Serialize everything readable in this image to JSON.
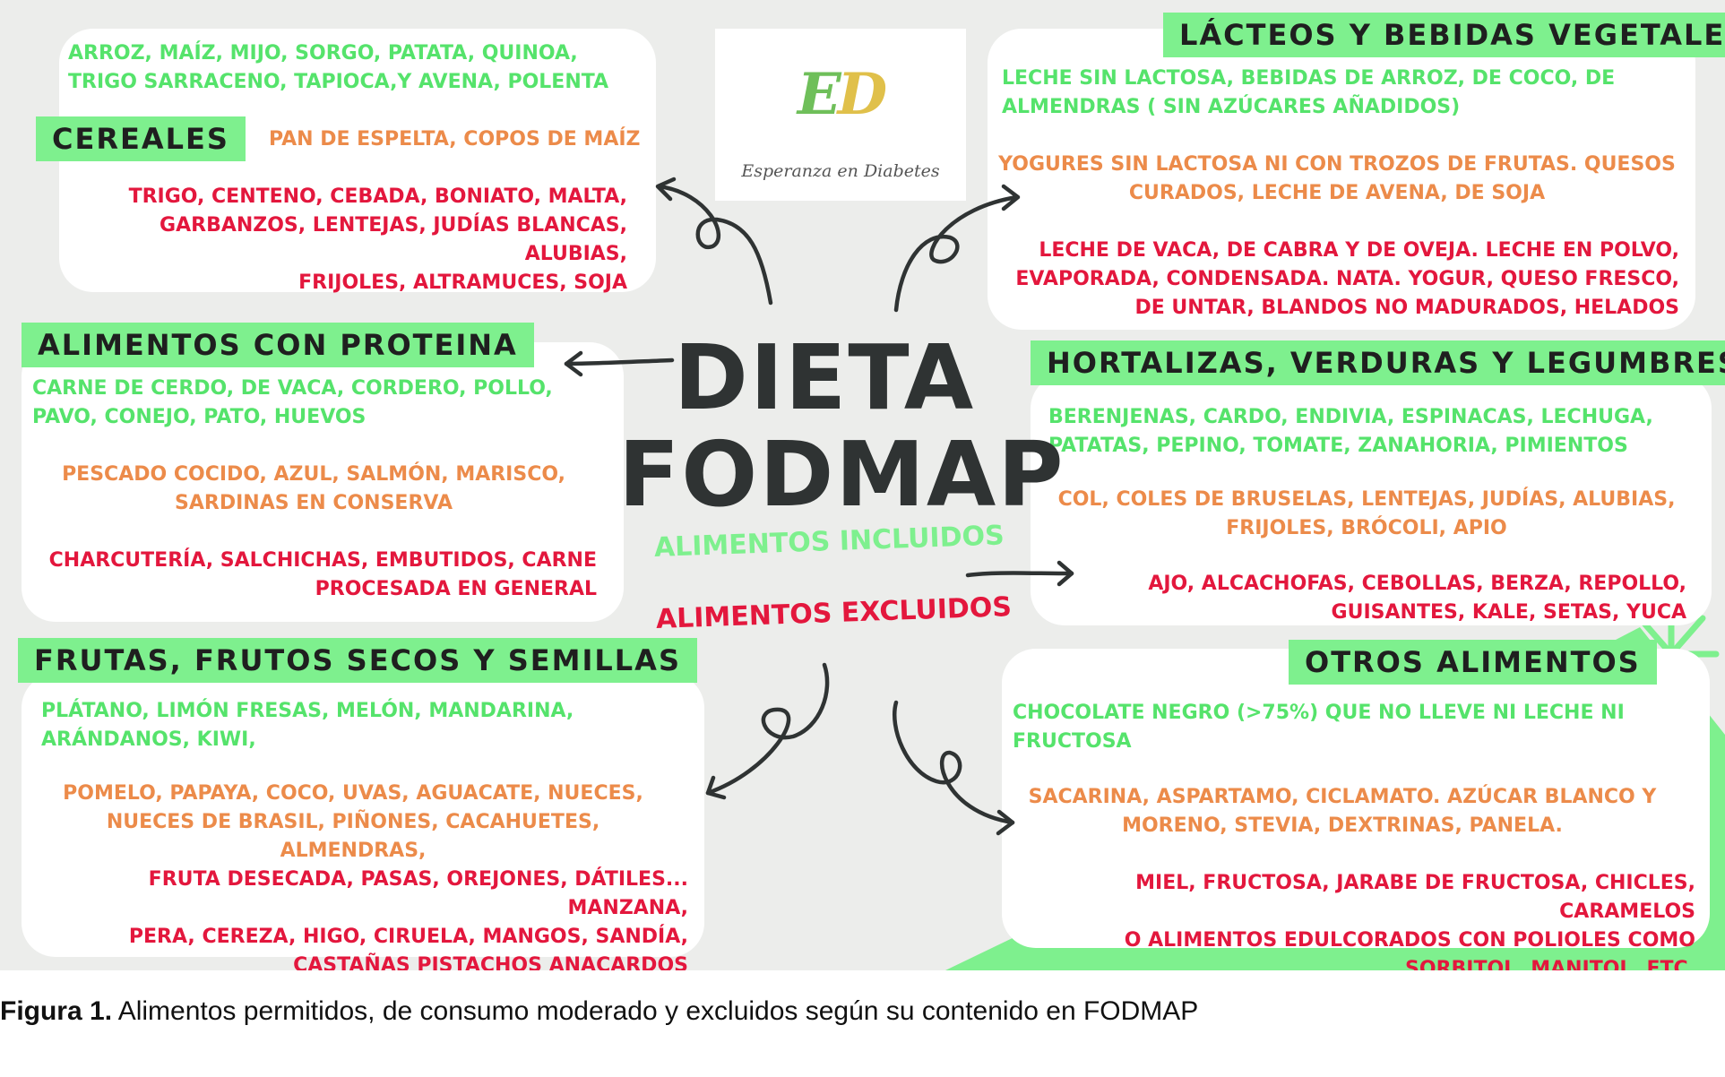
{
  "logo": {
    "initials_e": "E",
    "initials_d": "D",
    "name": "Esperanza en Diabetes"
  },
  "center": {
    "title": "DIETA\nFODMAP",
    "legend_included": "ALIMENTOS INCLUIDOS",
    "legend_excluded": "ALIMENTOS EXCLUIDOS"
  },
  "sections": {
    "cereales": {
      "title": "CEREALES",
      "included": "ARROZ, MAÍZ, MIJO, SORGO, PATATA, QUINOA,\nTRIGO SARRACENO, TAPIOCA,Y AVENA, POLENTA",
      "moderate": "PAN DE ESPELTA, COPOS DE MAÍZ",
      "excluded": "TRIGO, CENTENO, CEBADA, BONIATO, MALTA,\nGARBANZOS, LENTEJAS, JUDÍAS BLANCAS, ALUBIAS,\nFRIJOLES, ALTRAMUCES, SOJA"
    },
    "lacteos": {
      "title": "LÁCTEOS Y BEBIDAS VEGETALES",
      "included": "LECHE SIN LACTOSA, BEBIDAS DE ARROZ, DE COCO, DE\nALMENDRAS ( SIN AZÚCARES AÑADIDOS)",
      "moderate": "YOGURES SIN LACTOSA NI CON TROZOS DE FRUTAS. QUESOS\nCURADOS, LECHE DE AVENA, DE SOJA",
      "excluded": "LECHE DE VACA, DE CABRA Y DE OVEJA. LECHE EN POLVO,\nEVAPORADA, CONDENSADA. NATA. YOGUR, QUESO FRESCO,\nDE UNTAR, BLANDOS NO MADURADOS, HELADOS"
    },
    "proteina": {
      "title": "ALIMENTOS CON PROTEINA",
      "included": "CARNE DE CERDO, DE VACA, CORDERO, POLLO,\nPAVO, CONEJO, PATO, HUEVOS",
      "moderate": "PESCADO COCIDO, AZUL, SALMÓN, MARISCO,\nSARDINAS EN CONSERVA",
      "excluded": "CHARCUTERÍA, SALCHICHAS, EMBUTIDOS,  CARNE\nPROCESADA EN GENERAL"
    },
    "hortalizas": {
      "title": "HORTALIZAS, VERDURAS Y LEGUMBRES",
      "included": "BERENJENAS, CARDO, ENDIVIA, ESPINACAS, LECHUGA,\nPATATAS, PEPINO, TOMATE, ZANAHORIA, PIMIENTOS",
      "moderate": "COL, COLES DE BRUSELAS, LENTEJAS, JUDÍAS, ALUBIAS,\nFRIJOLES, BRÓCOLI, APIO",
      "excluded": "AJO, ALCACHOFAS, CEBOLLAS, BERZA, REPOLLO,\nGUISANTES, KALE, SETAS, YUCA"
    },
    "frutas": {
      "title": "FRUTAS, FRUTOS SECOS Y SEMILLAS",
      "included": "PLÁTANO, LIMÓN  FRESAS, MELÓN, MANDARINA,\nARÁNDANOS, KIWI,",
      "moderate": "POMELO, PAPAYA, COCO, UVAS, AGUACATE, NUECES,\nNUECES DE BRASIL, PIÑONES, CACAHUETES, ALMENDRAS,",
      "excluded": "FRUTA DESECADA, PASAS, OREJONES, DÁTILES... MANZANA,\nPERA, CEREZA, HIGO, CIRUELA, MANGOS, SANDÍA,\nCASTAÑAS PISTACHOS ANACARDOS"
    },
    "otros": {
      "title": "OTROS ALIMENTOS",
      "included": "CHOCOLATE NEGRO (>75%) QUE NO LLEVE NI LECHE NI\nFRUCTOSA",
      "moderate": "SACARINA, ASPARTAMO, CICLAMATO. AZÚCAR BLANCO Y\nMORENO, STEVIA, DEXTRINAS, PANELA.",
      "excluded": "MIEL, FRUCTOSA, JARABE DE FRUCTOSA, CHICLES, CARAMELOS\nO ALIMENTOS EDULCORADOS CON POLIOLES COMO\nSORBITOL, MANITOL, ETC."
    }
  },
  "caption": {
    "label": "Figura 1.",
    "text": " Alimentos permitidos, de consumo moderado y excluidos según su contenido en FODMAP"
  },
  "colors": {
    "background": "#ecedeb",
    "label_green": "#7ef08e",
    "included_green": "#55e36b",
    "moderate_orange": "#ec8b4a",
    "excluded_red": "#e3173d",
    "title_dark": "#2f3333"
  }
}
